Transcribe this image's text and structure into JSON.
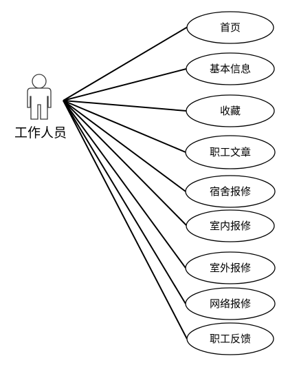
{
  "actor": {
    "label": "工作人员"
  },
  "use_cases": [
    {
      "label": "首页"
    },
    {
      "label": "基本信息"
    },
    {
      "label": "收藏"
    },
    {
      "label": "职工文章"
    },
    {
      "label": "宿舍报修"
    },
    {
      "label": "室内报修"
    },
    {
      "label": "室外报修"
    },
    {
      "label": "网络报修"
    },
    {
      "label": "职工反馈"
    }
  ]
}
